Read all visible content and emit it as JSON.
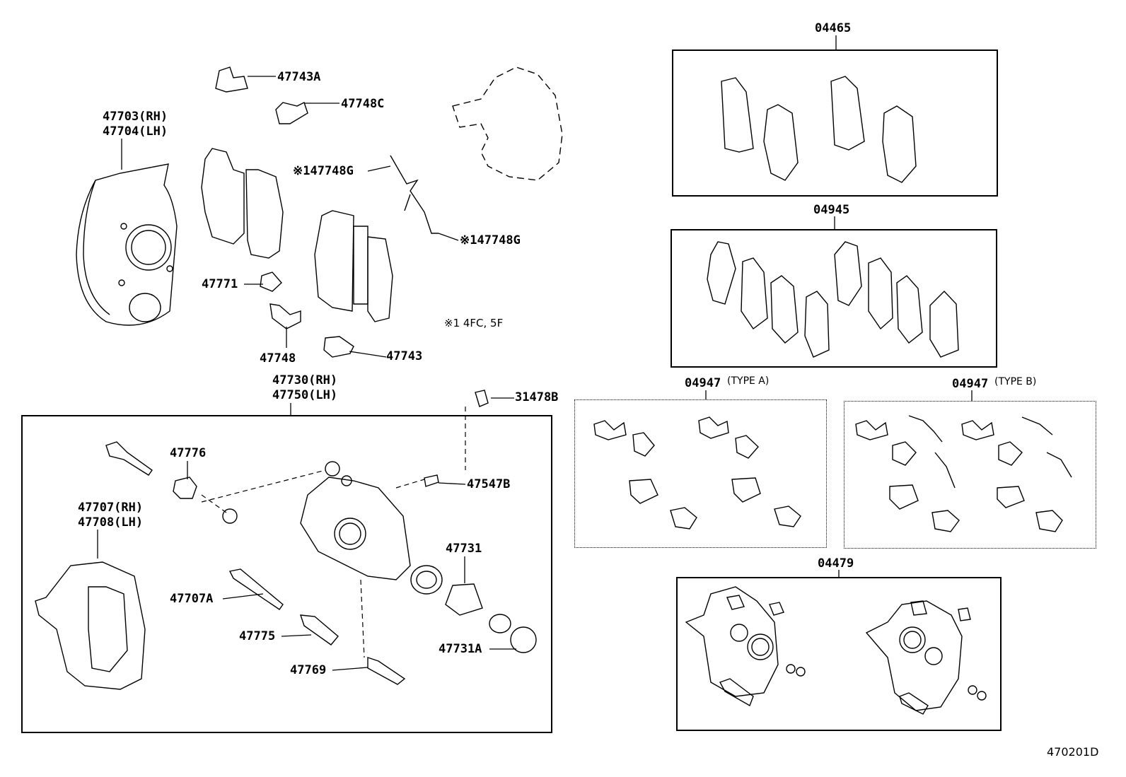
{
  "diagram_id": "470201D",
  "note": "※1 4FC, 5F",
  "kit_boxes": {
    "pads_a": {
      "part_no": "04465"
    },
    "pads_b": {
      "part_no": "04945"
    },
    "clips_a": {
      "part_no": "04947",
      "type": "(TYPE A)"
    },
    "clips_b": {
      "part_no": "04947",
      "type": "(TYPE B)"
    },
    "caliper_kit": {
      "part_no": "04479"
    }
  },
  "labels": {
    "p47743A": "47743A",
    "p47748C": "47748C",
    "p47703": "47703(RH)",
    "p47704": "47704(LH)",
    "p147748G_1": "※147748G",
    "p147748G_2": "※147748G",
    "p47771": "47771",
    "p47748": "47748",
    "p47743": "47743",
    "p47730": "47730(RH)",
    "p47750": "47750(LH)",
    "p31478B": "31478B",
    "p47776": "47776",
    "p47547B": "47547B",
    "p47707": "47707(RH)",
    "p47708": "47708(LH)",
    "p47731": "47731",
    "p47707A": "47707A",
    "p47775": "47775",
    "p47731A": "47731A",
    "p47769": "47769"
  }
}
